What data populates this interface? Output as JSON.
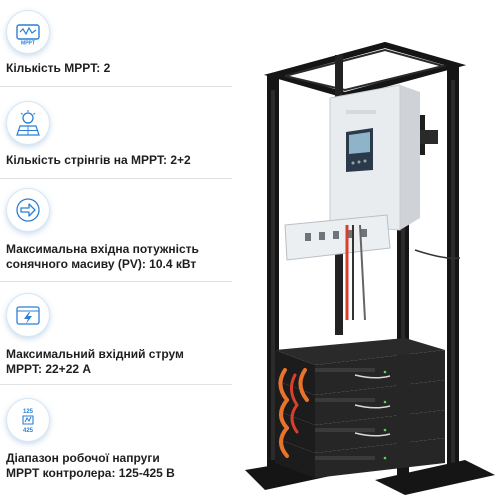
{
  "features": [
    {
      "icon": "mppt-icon",
      "icon_text": "MPPT",
      "label": "Кількість MPPT: 2"
    },
    {
      "icon": "solar-panel-bulb-icon",
      "label": "Кількість стрінгів на MPPT: 2+2"
    },
    {
      "icon": "arrow-circle-icon",
      "label": "Максимальна вхідна потужність\nсонячного масиву (PV): 10.4 кВт"
    },
    {
      "icon": "current-lightning-icon",
      "label": "Максимальний вхідний струм\nMPPT: 22+22 А"
    },
    {
      "icon": "voltage-range-icon",
      "icon_text_top": "125",
      "icon_text_bottom": "425",
      "label": "Діапазон робочої напруги\nMPPT контролера: 125-425 В"
    }
  ],
  "colors": {
    "accent": "#2a7fd4",
    "rack": "#151515",
    "inverter": "#e9ecef",
    "battery": "#1c1c1c",
    "cable_red": "#d8402b",
    "cable_orange": "#e8732a"
  }
}
